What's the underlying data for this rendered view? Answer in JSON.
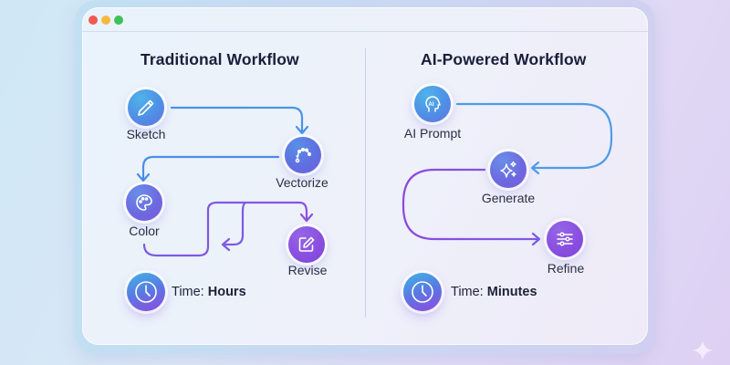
{
  "window": {
    "controls": [
      "close",
      "minimize",
      "maximize"
    ],
    "control_colors": {
      "close": "#ee5a52",
      "minimize": "#f5b942",
      "maximize": "#3fc15a"
    }
  },
  "traditional": {
    "title": "Traditional Workflow",
    "steps": [
      {
        "label": "Sketch",
        "icon": "pencil-icon"
      },
      {
        "label": "Vectorize",
        "icon": "bezier-curve-icon"
      },
      {
        "label": "Color",
        "icon": "palette-icon"
      },
      {
        "label": "Revise",
        "icon": "edit-icon"
      }
    ],
    "time_prefix": "Time:",
    "time_value": "Hours"
  },
  "ai": {
    "title": "AI-Powered Workflow",
    "steps": [
      {
        "label": "AI Prompt",
        "icon": "ai-head-icon",
        "icon_text": "AI"
      },
      {
        "label": "Generate",
        "icon": "sparkles-icon"
      },
      {
        "label": "Refine",
        "icon": "sliders-icon"
      }
    ],
    "time_prefix": "Time:",
    "time_value": "Minutes"
  },
  "colors": {
    "blue_flow": "#4a9ae6",
    "purple_flow": "#8a52e0",
    "title_text": "#1a1f3a"
  }
}
